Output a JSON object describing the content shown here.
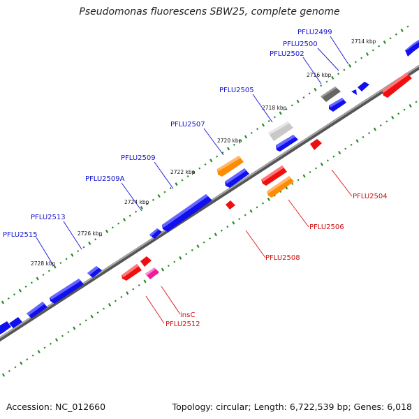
{
  "title": "Pseudomonas fluorescens SBW25, complete genome",
  "footer": {
    "accession": "Accession: NC_012660",
    "summary": "Topology: circular; Length: 6,722,539 bp; Genes: 6,018"
  },
  "colors": {
    "forward_cds": "#1010ee",
    "reverse_cds": "#ee1010",
    "orange_cds": "#ff8c00",
    "pink_cds": "#ee1b9a",
    "gray_dark": "#666666",
    "gray_light": "#c8c8c8",
    "backbone": "#777777",
    "tick": "#228b22"
  },
  "kbp_labels": [
    "2714 kbp",
    "2716 kbp",
    "2718 kbp",
    "2720 kbp",
    "2722 kbp",
    "2724 kbp",
    "2726 kbp",
    "2728 kbp"
  ],
  "forward_genes": [
    "PFLU2499",
    "PFLU2500",
    "PFLU2502",
    "PFLU2505",
    "PFLU2507",
    "PFLU2509",
    "PFLU2509A",
    "PFLU2513",
    "PFLU2515"
  ],
  "reverse_genes": [
    "PFLU2504",
    "PFLU2506",
    "PFLU2508",
    "insC",
    "PFLU2512"
  ]
}
